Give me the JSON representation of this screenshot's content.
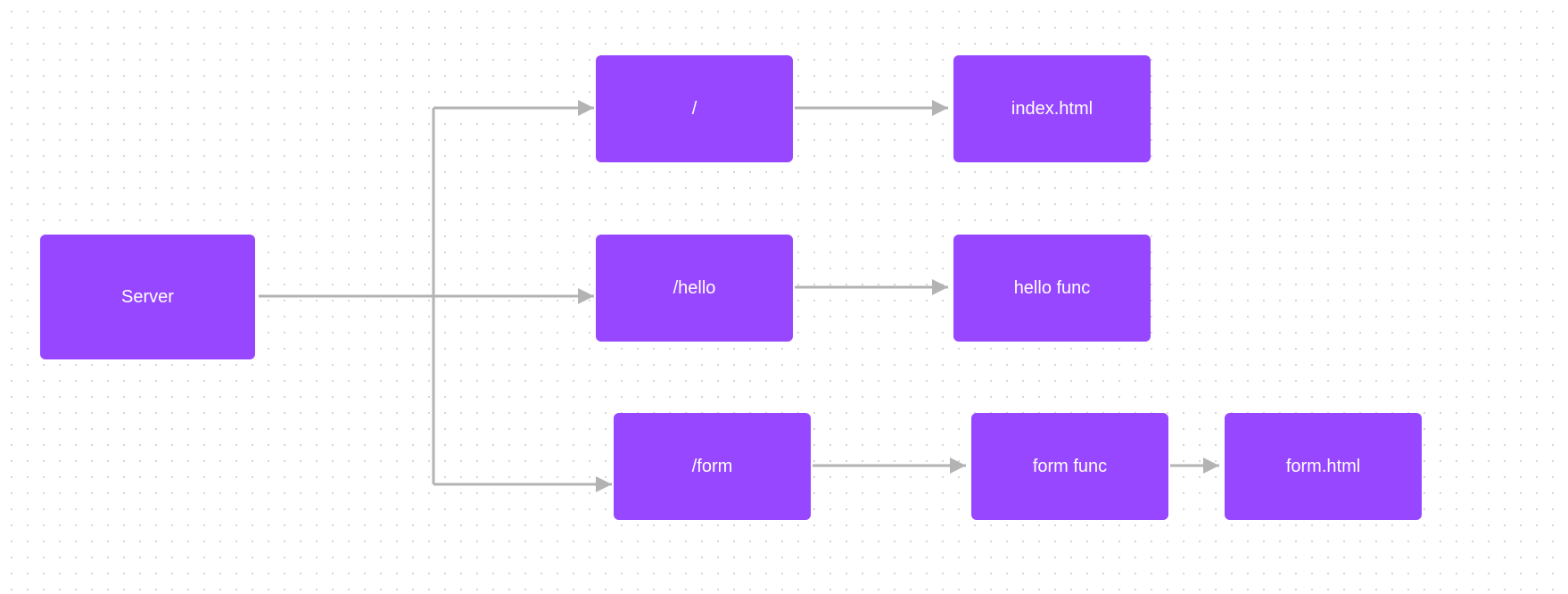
{
  "diagram": {
    "accent_color": "#9747ff",
    "connector_color": "#b3b3b3",
    "nodes": {
      "server": "Server",
      "root": "/",
      "index": "index.html",
      "hello": "/hello",
      "hello_func": "hello func",
      "form": "/form",
      "form_func": "form func",
      "form_html": "form.html"
    },
    "edges": [
      {
        "from": "server",
        "to": "root"
      },
      {
        "from": "server",
        "to": "hello"
      },
      {
        "from": "server",
        "to": "form"
      },
      {
        "from": "root",
        "to": "index"
      },
      {
        "from": "hello",
        "to": "hello_func"
      },
      {
        "from": "form",
        "to": "form_func"
      },
      {
        "from": "form_func",
        "to": "form_html"
      }
    ]
  }
}
